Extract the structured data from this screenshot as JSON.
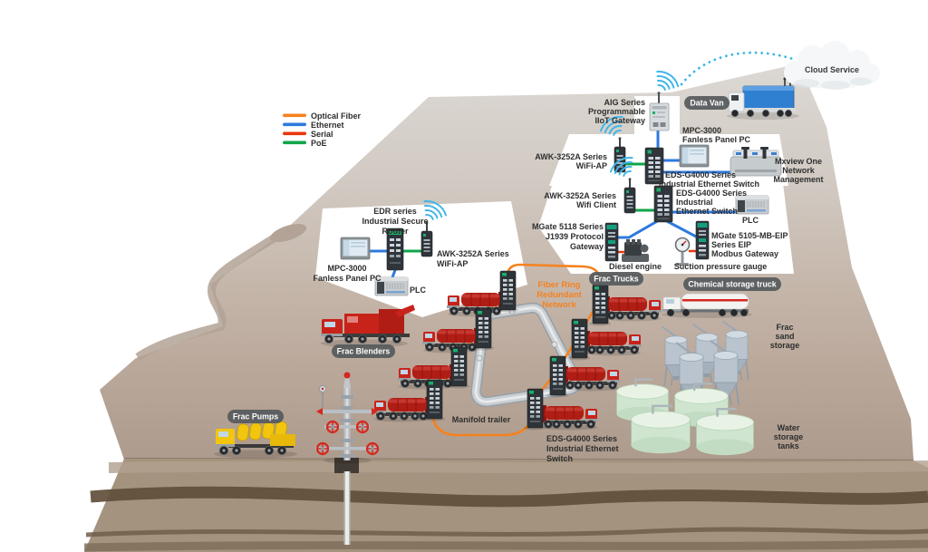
{
  "legend": {
    "items": [
      {
        "label": "Optical Fiber",
        "color": "#F5821F"
      },
      {
        "label": "Ethernet",
        "color": "#2E79DF"
      },
      {
        "label": "Serial",
        "color": "#E8380D"
      },
      {
        "label": "PoE",
        "color": "#10A54A"
      }
    ]
  },
  "cloud": {
    "label": "Cloud Service"
  },
  "pills": {
    "data_van": "Data Van",
    "frac_trucks": "Frac Trucks",
    "frac_blenders": "Frac Blenders",
    "frac_pumps": "Frac Pumps",
    "chemical_truck": "Chemical storage truck"
  },
  "labels": {
    "aig": [
      "AIG Series",
      "Programmable",
      "IIoT Gateway"
    ],
    "mpc_top": [
      "MPC-3000",
      "Fanless Panel PC"
    ],
    "awk_top": [
      "AWK-3252A Series",
      "WiFi-AP"
    ],
    "eds_top": [
      "EDS-G4000 Series",
      "Industrial Ethernet Switch"
    ],
    "mxview": [
      "Mxview One",
      "Network",
      "Management"
    ],
    "awk_client": [
      "AWK-3252A Series",
      "Wifi Client"
    ],
    "eds_mid": [
      "EDS-G4000 Series",
      "Industrial",
      "Ethernet Switch"
    ],
    "plc_right": "PLC",
    "mgate_j1939": [
      "MGate 5118 Series",
      "J1939 Protocol",
      "Gateway"
    ],
    "diesel": "Diesel engine",
    "mgate_eip": [
      "MGate 5105-MB-EIP",
      "Series EIP",
      "Modbus Gateway"
    ],
    "pressure_gauge": "Suction pressure gauge",
    "edr": [
      "EDR series",
      "Industrial Secure",
      "Router"
    ],
    "mpc_left": [
      "MPC-3000",
      "Fanless Panel PC"
    ],
    "awk_left": [
      "AWK-3252A Series",
      "WiFi-AP"
    ],
    "plc_left": "PLC",
    "fiber_ring": [
      "Fiber Ring",
      "Redundant",
      "Network"
    ],
    "manifold": "Manifold trailer",
    "eds_bottom": [
      "EDS-G4000 Series",
      "Industrial Ethernet",
      "Switch"
    ],
    "sand": [
      "Frac",
      "sand",
      "storage"
    ],
    "water": [
      "Water",
      "storage",
      "tanks"
    ]
  }
}
